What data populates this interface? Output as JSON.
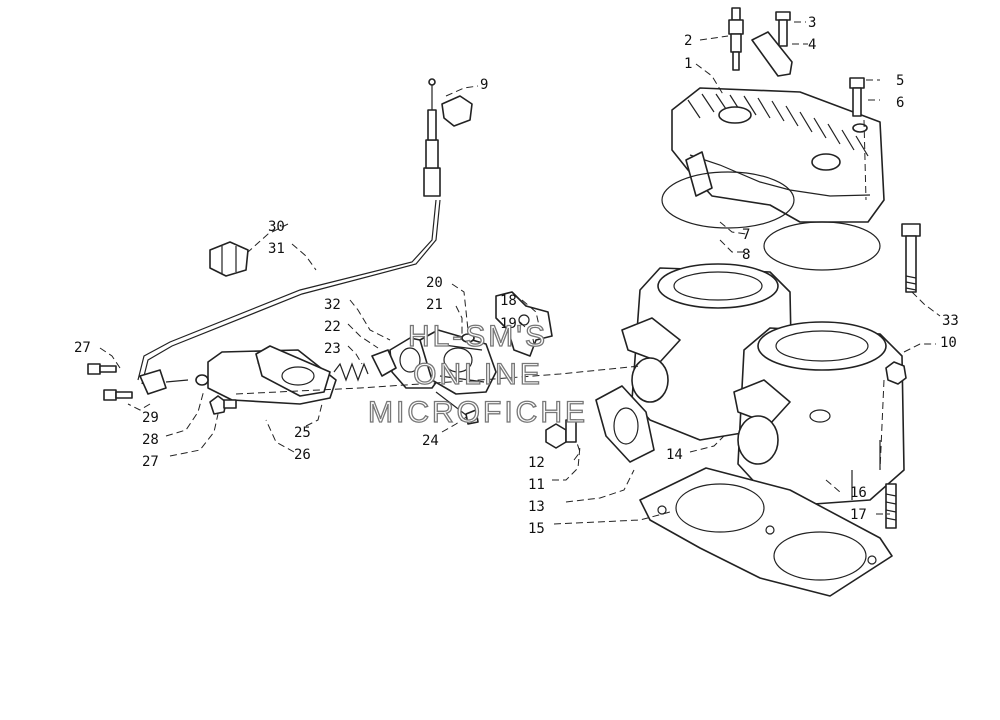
{
  "watermark": {
    "line1": "HL-SM'S",
    "line2": "ONLINE",
    "line3": "MICROFICHE"
  },
  "callouts": {
    "c1": "1",
    "c2": "2",
    "c3": "3",
    "c4": "4",
    "c5": "5",
    "c6": "6",
    "c7": "7",
    "c8": "8",
    "c9": "9",
    "c10": "10",
    "c11": "11",
    "c12": "12",
    "c13": "13",
    "c14": "14",
    "c15": "15",
    "c16": "16",
    "c17": "17",
    "c18": "18",
    "c19": "19",
    "c20": "20",
    "c21": "21",
    "c22": "22",
    "c23": "23",
    "c24": "24",
    "c25": "25",
    "c26": "26",
    "c27a": "27",
    "c27b": "27",
    "c28": "28",
    "c29": "29",
    "c30": "30",
    "c31": "31",
    "c32": "32",
    "c33": "33"
  }
}
